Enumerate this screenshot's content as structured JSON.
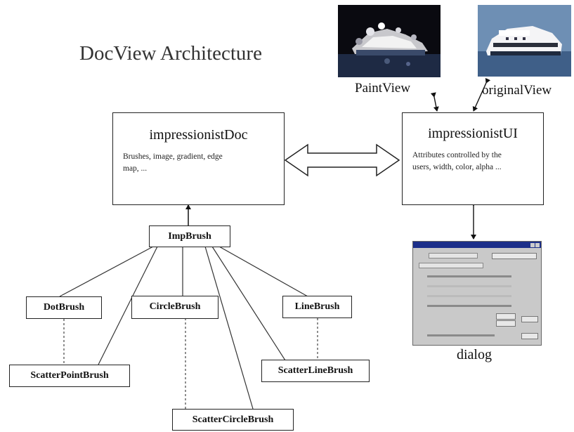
{
  "title": "DocView Architecture",
  "doc": {
    "title": "impressionistDoc",
    "desc": "Brushes, image, gradient, edge map, ..."
  },
  "ui": {
    "title": "impressionistUI",
    "desc": "Attributes controlled by the users, width, color, alpha ..."
  },
  "views": {
    "paint": "PaintView",
    "original": "originalView"
  },
  "dialog_label": "dialog",
  "brushes": {
    "base": "ImpBrush",
    "dot": "DotBrush",
    "circle": "CircleBrush",
    "line": "LineBrush",
    "scatter_point": "ScatterPointBrush",
    "scatter_circle": "ScatterCircleBrush",
    "scatter_line": "ScatterLineBrush"
  },
  "colors": {
    "titlebar": "#1c2f8a",
    "dialog_bg": "#c9c9c9"
  }
}
